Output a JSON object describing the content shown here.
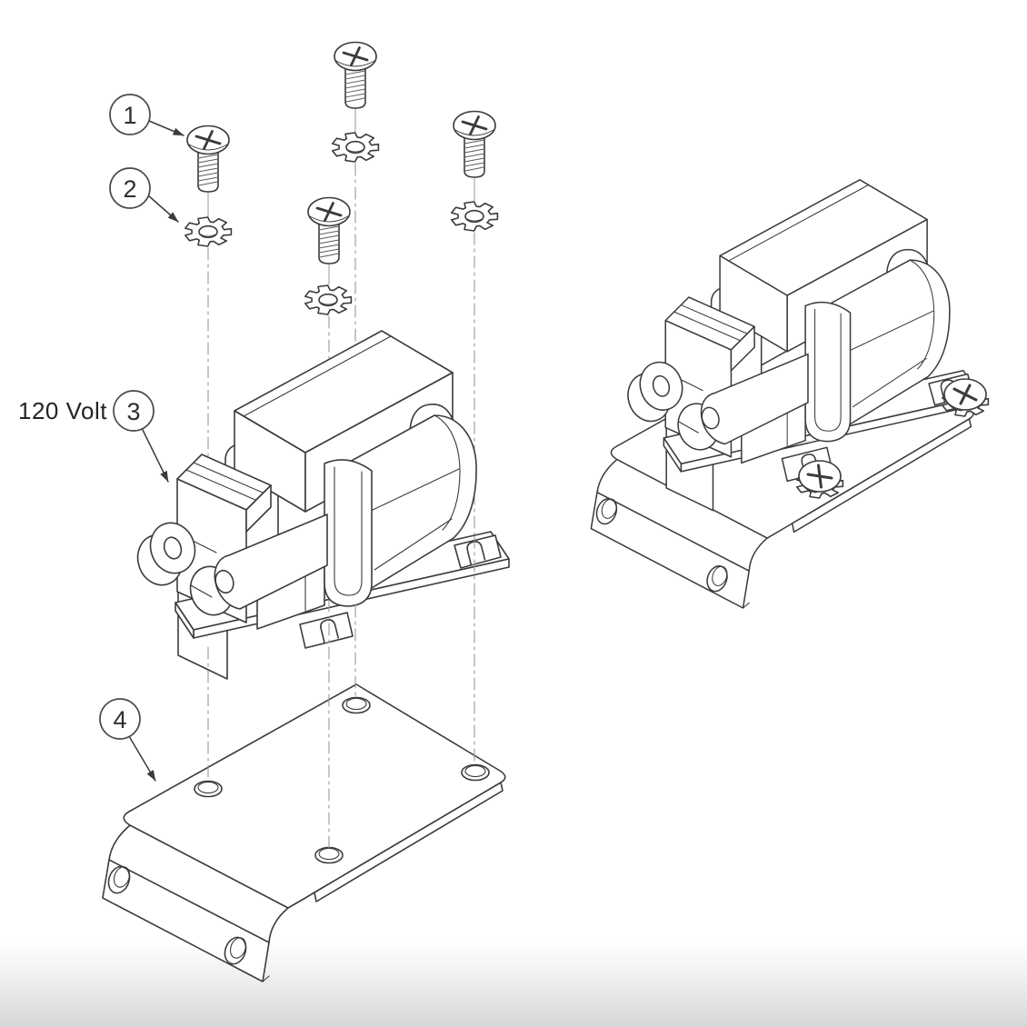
{
  "diagram": {
    "title_hint": "exploded-view-solenoid-assembly",
    "voltage_label": "120 Volt",
    "callouts": [
      {
        "number": "1",
        "points_to": "pan-head-screw"
      },
      {
        "number": "2",
        "points_to": "lock-washer"
      },
      {
        "number": "3",
        "points_to": "solenoid-assembly"
      },
      {
        "number": "4",
        "points_to": "mounting-bracket"
      }
    ]
  },
  "colors": {
    "line": "#3b3b3b",
    "centerline": "#979797",
    "callout_stroke": "#4a4a4a",
    "background": "#ffffff",
    "bottom_shadow": "#dcdcdc"
  }
}
